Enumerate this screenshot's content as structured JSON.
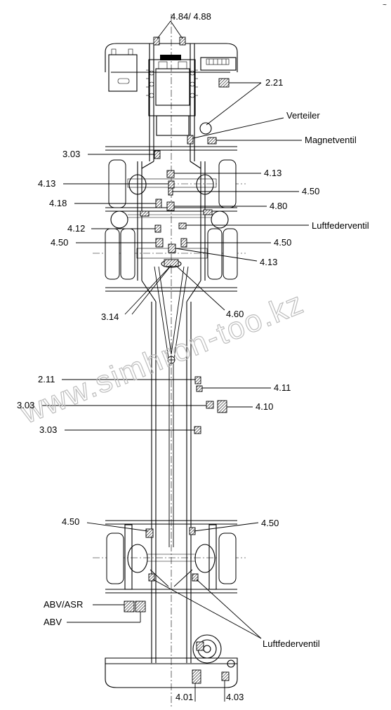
{
  "watermark": "www.simhron-too.kz",
  "corner_mark": "~",
  "labels": {
    "l_484_488": "4.84/ 4.88",
    "l_221": "2.21",
    "l_verteiler": "Verteiler",
    "l_magnetventil": "Magnetventil",
    "l_303_a": "3.03",
    "l_413_r": "4.13",
    "l_413_l": "4.13",
    "l_450_r1": "4.50",
    "l_418": "4.18",
    "l_480": "4.80",
    "l_luft_1": "Luftfederventil",
    "l_412": "4.12",
    "l_450_l": "4.50",
    "l_450_r2": "4.50",
    "l_413_c": "4.13",
    "l_314": "3.14",
    "l_460": "4.60",
    "l_211": "2.11",
    "l_411": "4.11",
    "l_303_b": "3.03",
    "l_410": "4.10",
    "l_303_c": "3.03",
    "l_450_rl": "4.50",
    "l_450_rr": "4.50",
    "l_abv_asr": "ABV/ASR",
    "l_abv": "ABV",
    "l_luft_2": "Luftfederventil",
    "l_401": "4.01",
    "l_403": "4.03"
  }
}
